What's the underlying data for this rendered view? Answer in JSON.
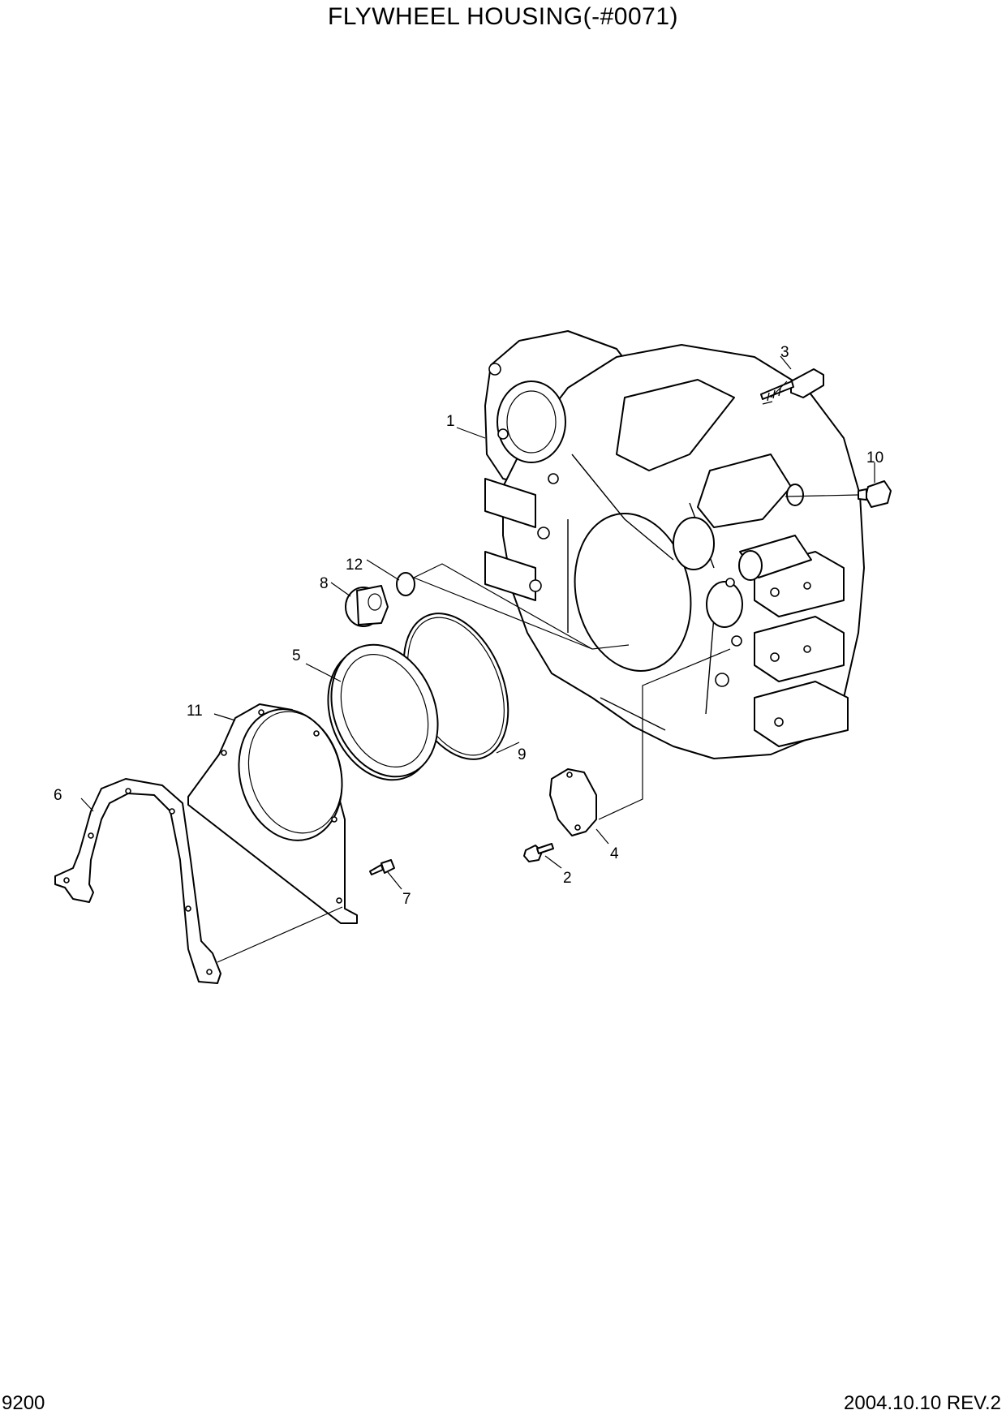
{
  "title": "FLYWHEEL HOUSING(-#0071)",
  "footer": {
    "page_number": "9200",
    "revision": "2004.10.10  REV.2"
  },
  "callouts": [
    "1",
    "2",
    "3",
    "4",
    "5",
    "6",
    "7",
    "8",
    "9",
    "10",
    "11",
    "12"
  ]
}
